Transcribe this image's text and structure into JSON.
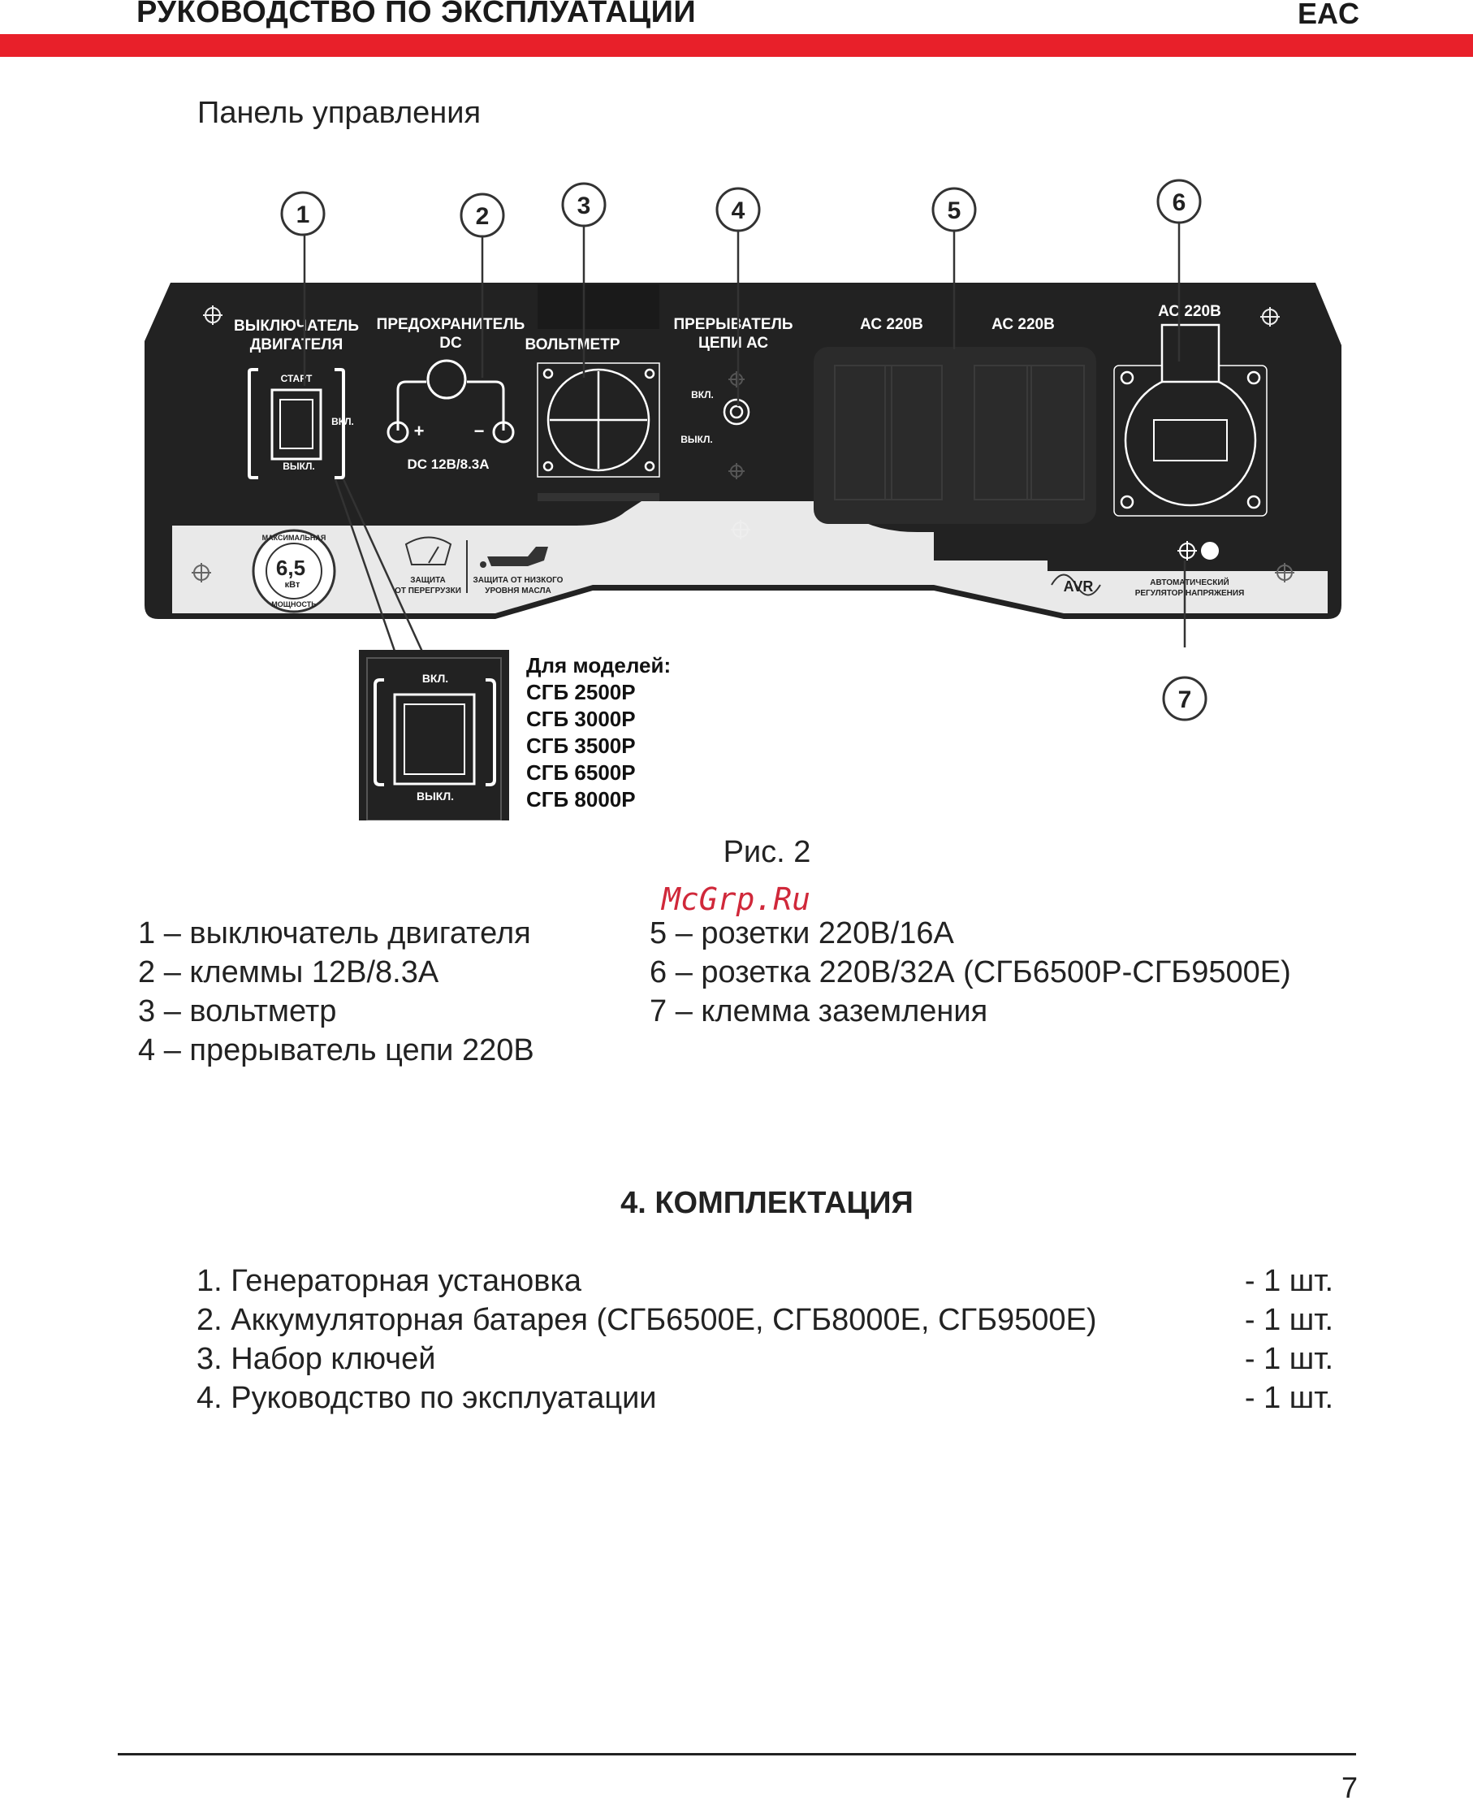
{
  "header": {
    "title": "РУКОВОДСТВО ПО ЭКСПЛУАТАЦИИ",
    "mark": "EAC"
  },
  "panel_title": "Панель управления",
  "figure": {
    "callouts": [
      "1",
      "2",
      "3",
      "4",
      "5",
      "6",
      "7"
    ],
    "labels": {
      "switch": [
        "ВЫКЛЮЧАТЕЛЬ",
        "ДВИГАТЕЛЯ"
      ],
      "fuse": [
        "ПРЕДОХРАНИТЕЛЬ",
        "DC"
      ],
      "voltmeter": "ВОЛЬТМЕТР",
      "breaker": [
        "ПРЕРЫВАТЕЛЬ",
        "ЦЕПИ АС"
      ],
      "ac1": "АС 220В",
      "ac2": "АС 220В",
      "ac3": "АС 220В",
      "start": "СТАРТ",
      "on": "ВКЛ.",
      "off": "ВЫКЛ.",
      "dc_spec": "DC 12В/8.3А",
      "plus": "+",
      "minus": "−",
      "breaker_on": "ВКЛ.",
      "breaker_off": "ВЫКЛ.",
      "power_badge": {
        "top": "МАКСИМАЛЬНАЯ",
        "value": "6,5",
        "unit": "кВт",
        "bottom": "МОЩНОСТЬ"
      },
      "overload": [
        "ЗАЩИТА",
        "ОТ ПЕРЕГРУЗКИ"
      ],
      "oil": [
        "ЗАЩИТА ОТ НИЗКОГО",
        "УРОВНЯ МАСЛА"
      ],
      "avr": "AVR",
      "avr_text": [
        "АВТОМАТИЧЕСКИЙ",
        "РЕГУЛЯТОР НАПРЯЖЕНИЯ"
      ],
      "inset_on": "ВКЛ.",
      "inset_off": "ВЫКЛ."
    },
    "models_title": "Для моделей:",
    "models": [
      "СГБ 2500Р",
      "СГБ 3000Р",
      "СГБ 3500Р",
      "СГБ 6500Р",
      "СГБ 8000Р"
    ]
  },
  "figure_caption": "Рис. 2",
  "watermark": "McGrp.Ru",
  "legend_left": [
    "1 – выключатель двигателя",
    "2 – клеммы 12В/8.3А",
    "3 – вольтметр",
    "4 – прерыватель цепи 220В"
  ],
  "legend_right": [
    "5 – розетки 220В/16А",
    "6 – розетка 220В/32А (СГБ6500Р-СГБ9500Е)",
    "7 – клемма заземления"
  ],
  "section_title": "4. КОМПЛЕКТАЦИЯ",
  "kit": [
    {
      "item": "1. Генераторная установка",
      "qty": "- 1 шт."
    },
    {
      "item": "2. Аккумуляторная батарея (СГБ6500Е, СГБ8000Е, СГБ9500Е)",
      "qty": "- 1 шт."
    },
    {
      "item": "3. Набор ключей",
      "qty": "- 1 шт."
    },
    {
      "item": "4. Руководство по эксплуатации",
      "qty": "- 1 шт."
    }
  ],
  "page_number": "7"
}
